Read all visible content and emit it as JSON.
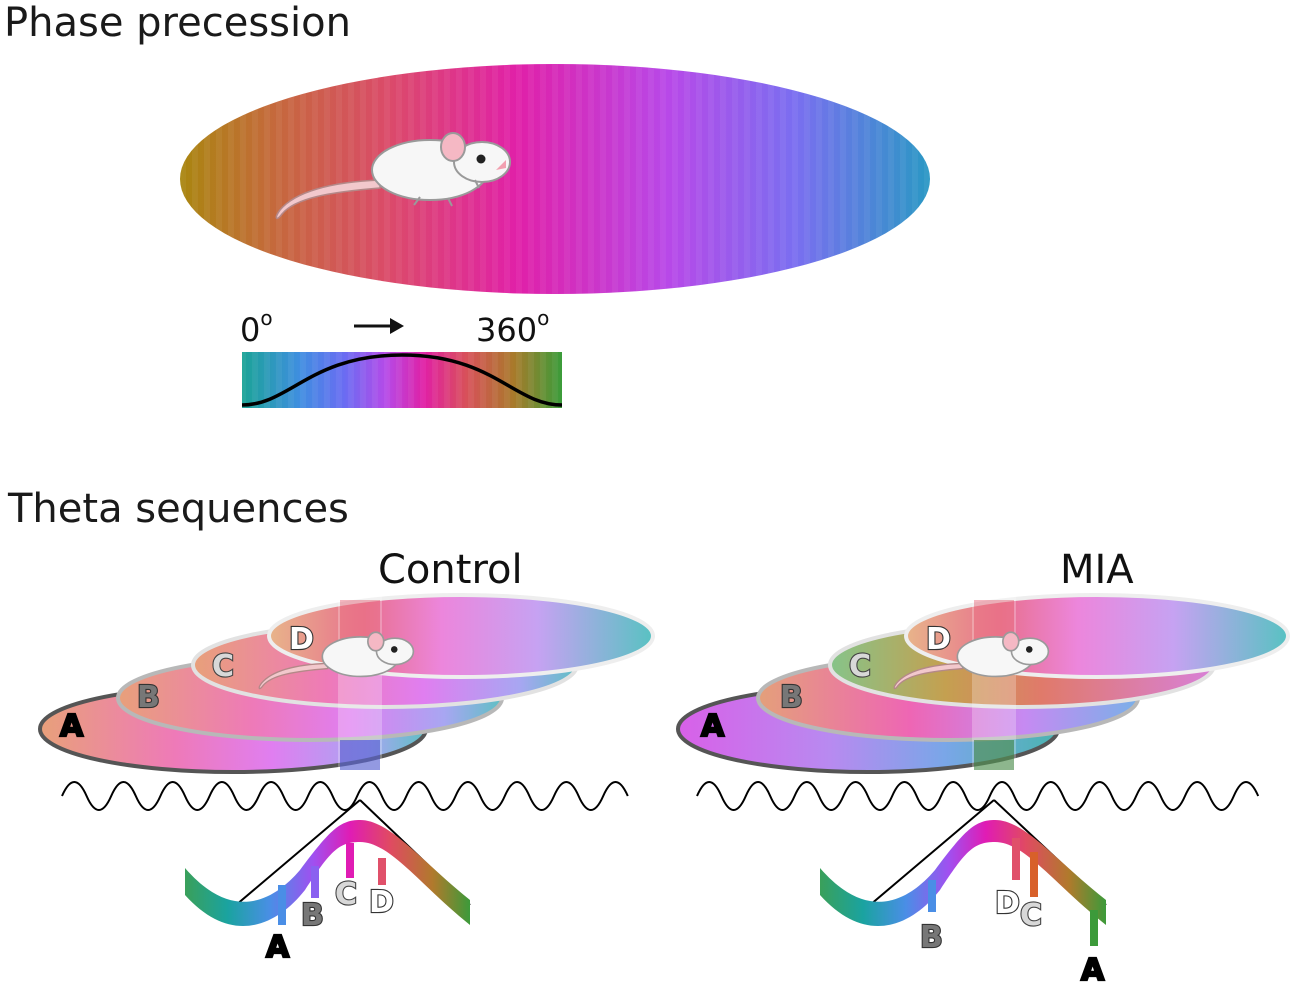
{
  "titles": {
    "phase_precession": "Phase precession",
    "theta_sequences": "Theta sequences"
  },
  "phase_scale": {
    "start": "0",
    "end": "360",
    "degree_symbol": "o",
    "arrow": "→"
  },
  "panels": {
    "control": {
      "title": "Control",
      "field_labels": [
        "A",
        "B",
        "C",
        "D"
      ],
      "spike_labels": [
        "A",
        "B",
        "C",
        "D"
      ]
    },
    "mia": {
      "title": "MIA",
      "field_labels": [
        "A",
        "B",
        "C",
        "D"
      ],
      "spike_labels": [
        "A",
        "B",
        "C",
        "D"
      ]
    }
  },
  "colors": {
    "teal": "#1fa3a0",
    "blue": "#5b7fe8",
    "violet": "#a45cf0",
    "magenta": "#e01fb8",
    "red": "#e0305a",
    "brown": "#b87a2c",
    "green": "#3b9a3a"
  }
}
